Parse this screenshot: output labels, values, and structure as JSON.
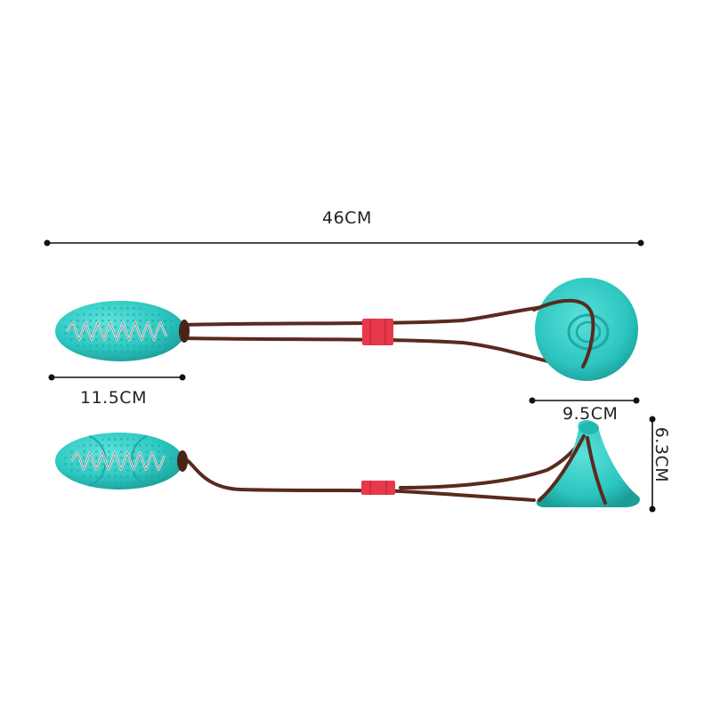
{
  "dimensions": {
    "total_length": "46CM",
    "ball_length": "11.5CM",
    "suction_cup_width": "9.5CM",
    "suction_cup_height": "6.3CM"
  },
  "colors": {
    "toy_teal": "#2fc9c3",
    "toy_teal_dark": "#1fa8a4",
    "rope_brown": "#5a2a1e",
    "clip_red": "#e8384c",
    "dimension_line": "#111111"
  }
}
